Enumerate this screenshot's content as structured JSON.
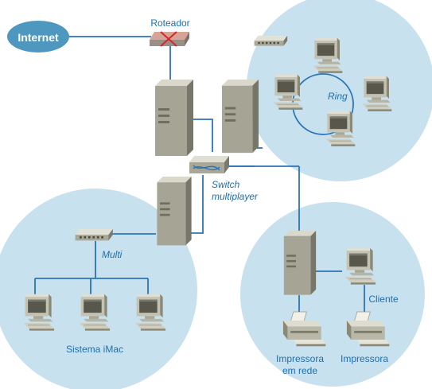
{
  "labels": {
    "internet": "Internet",
    "router": "Roteador",
    "ring": "Ring",
    "switch_line1": "Switch",
    "switch_line2": "multiplayer",
    "multi": "Multi",
    "imac_system": "Sistema iMac",
    "client": "Cliente",
    "network_printer_line1": "Impressora",
    "network_printer_line2": "em rede",
    "printer": "Impressora"
  },
  "colors": {
    "zone_fill": "#c7e1ee",
    "internet_fill": "#4e97bf",
    "link": "#2c74b5",
    "label_blue": "#1e6fae",
    "label_dark": "#2b2b2b",
    "device_light": "#c8c7b8",
    "device_mid": "#9a9988",
    "device_dark": "#6f6e5f",
    "router_fill": "#d6a496",
    "router_cross": "#d7262b"
  }
}
